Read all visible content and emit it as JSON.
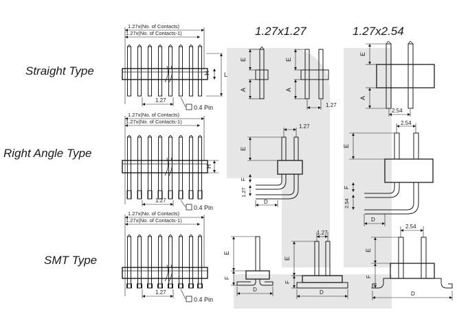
{
  "row_labels": {
    "straight": "Straight Type",
    "right_angle": "Right Angle Type",
    "smt": "SMT Type"
  },
  "column_titles": {
    "pitch_127x127": "1.27x1.27",
    "pitch_127x254": "1.27x2.54"
  },
  "front_view": {
    "overall_dim": "1.27x(No. of Contacts)",
    "inner_dim": "1.27x(No. of Contacts-1)",
    "pitch": "1.27",
    "pin_note": "0.4 Pin"
  },
  "dims": {
    "E": "E",
    "A": "A",
    "H": "H",
    "L": "L",
    "F": "F",
    "D": "D",
    "p127": "1.27",
    "p254": "2.54",
    "rh127": "1.27",
    "rh254": "2.54"
  },
  "watermark": {
    "color": "#e6e6e6"
  },
  "colors": {
    "line": "#1a1a1a"
  }
}
